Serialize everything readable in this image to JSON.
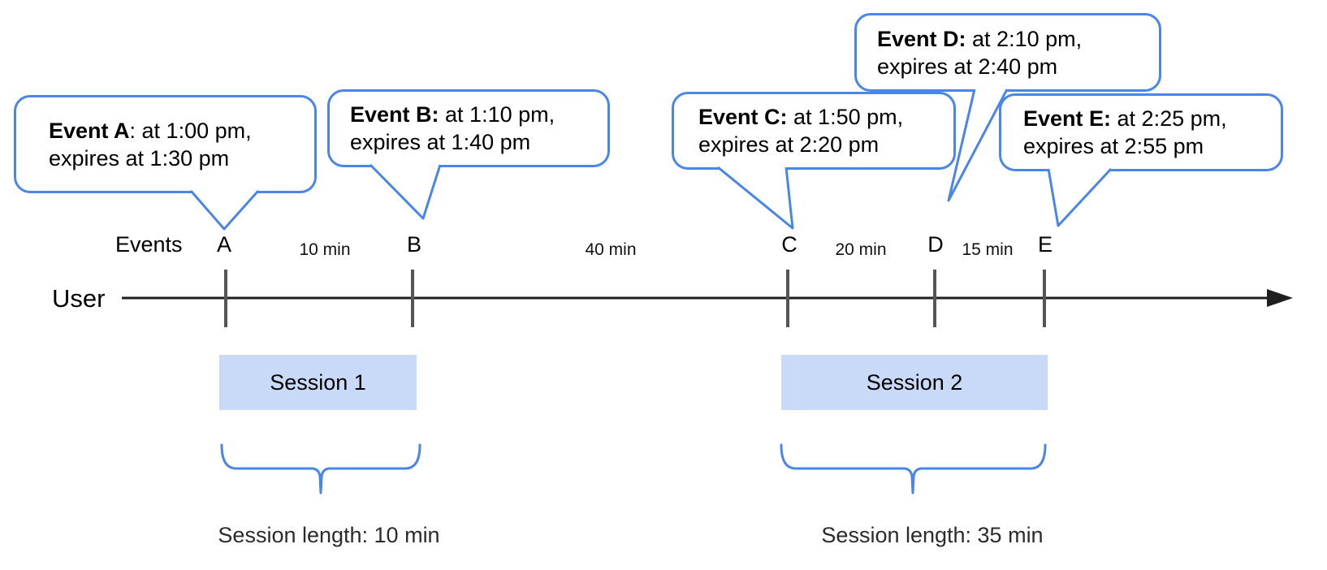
{
  "colors": {
    "bubble_border": "#4a86e8",
    "brace": "#4a86e8",
    "session_fill": "#c9daf8",
    "tick": "#555555",
    "timeline": "#1f1f1f",
    "text": "#000000"
  },
  "bubbles": [
    {
      "name": "A",
      "bold": "Event A",
      "rest": ": at 1:00 pm,",
      "line2": "expires at 1:30 pm"
    },
    {
      "name": "B",
      "bold": "Event B:",
      "rest": " at 1:10 pm,",
      "line2": "expires at 1:40 pm"
    },
    {
      "name": "C",
      "bold": "Event C:",
      "rest": " at 1:50 pm,",
      "line2": "expires at 2:20 pm"
    },
    {
      "name": "D",
      "bold": "Event D:",
      "rest": " at 2:10 pm,",
      "line2": "expires at 2:40 pm"
    },
    {
      "name": "E",
      "bold": "Event E:",
      "rest": " at 2:25 pm,",
      "line2": "expires at 2:55 pm"
    }
  ],
  "timeline": {
    "events_label": "Events",
    "user_label": "User",
    "tick_letters": [
      "A",
      "B",
      "C",
      "D",
      "E"
    ],
    "interval_labels": [
      "10 min",
      "40 min",
      "20 min",
      "15 min"
    ]
  },
  "sessions": [
    {
      "label": "Session 1",
      "length_label": "Session length: 10 min"
    },
    {
      "label": "Session 2",
      "length_label": "Session length: 35 min"
    }
  ]
}
